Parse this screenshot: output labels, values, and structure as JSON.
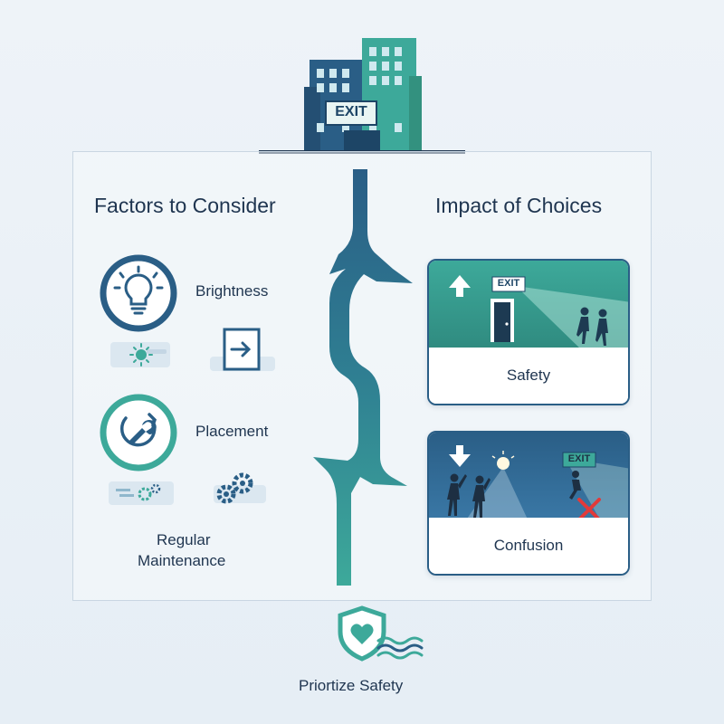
{
  "building": {
    "sign": "EXIT"
  },
  "left": {
    "heading": "Factors to Consider",
    "factors": [
      {
        "label": "Brightness",
        "icon": "lightbulb-icon"
      },
      {
        "label": "Placement",
        "icon": "wrench-icon"
      },
      {
        "label_line1": "Regular",
        "label_line2": "Maintenance",
        "icon": "gears-icon"
      }
    ]
  },
  "right": {
    "heading": "Impact of Choices",
    "cards": [
      {
        "caption": "Safety",
        "sign": "EXIT"
      },
      {
        "caption": "Confusion",
        "sign": "EXIT"
      }
    ]
  },
  "footer": {
    "label": "Priortize Safety",
    "icon": "heart-shield-icon"
  },
  "colors": {
    "navy": "#2a5e86",
    "teal": "#3da99a",
    "text": "#1f3550",
    "danger": "#e23a3a"
  }
}
